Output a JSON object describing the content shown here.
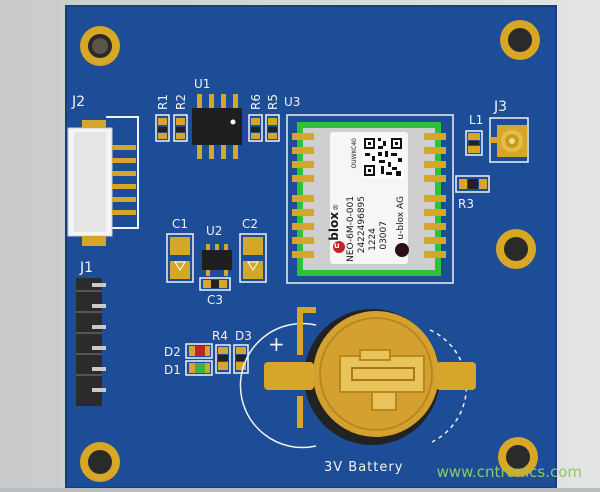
{
  "labels": {
    "j2": "J2",
    "j1": "J1",
    "j3": "J3",
    "u1": "U1",
    "u2": "U2",
    "u3": "U3",
    "r1": "R1",
    "r2": "R2",
    "r3": "R3",
    "r4": "R4",
    "r5": "R5",
    "r6": "R6",
    "l1": "L1",
    "c1": "C1",
    "c2": "C2",
    "c3": "C3",
    "d1": "D1",
    "d2": "D2",
    "d3": "D3",
    "battery": "3V Battery",
    "plus": "+"
  },
  "module": {
    "brand": "blox",
    "brand_u": "u",
    "reg": "®",
    "model": "NEO-6M-0-001",
    "serial": "2422496895",
    "code1": "1224",
    "code2": "03007",
    "maker": "u-blox AG",
    "qr_id": "OUWKC40"
  },
  "watermark": "www.cntronics.com",
  "colors": {
    "board": "#1c4d96",
    "gold": "#d5a62a",
    "silk": "#f2f2f2",
    "module_green": "#35c23a"
  }
}
